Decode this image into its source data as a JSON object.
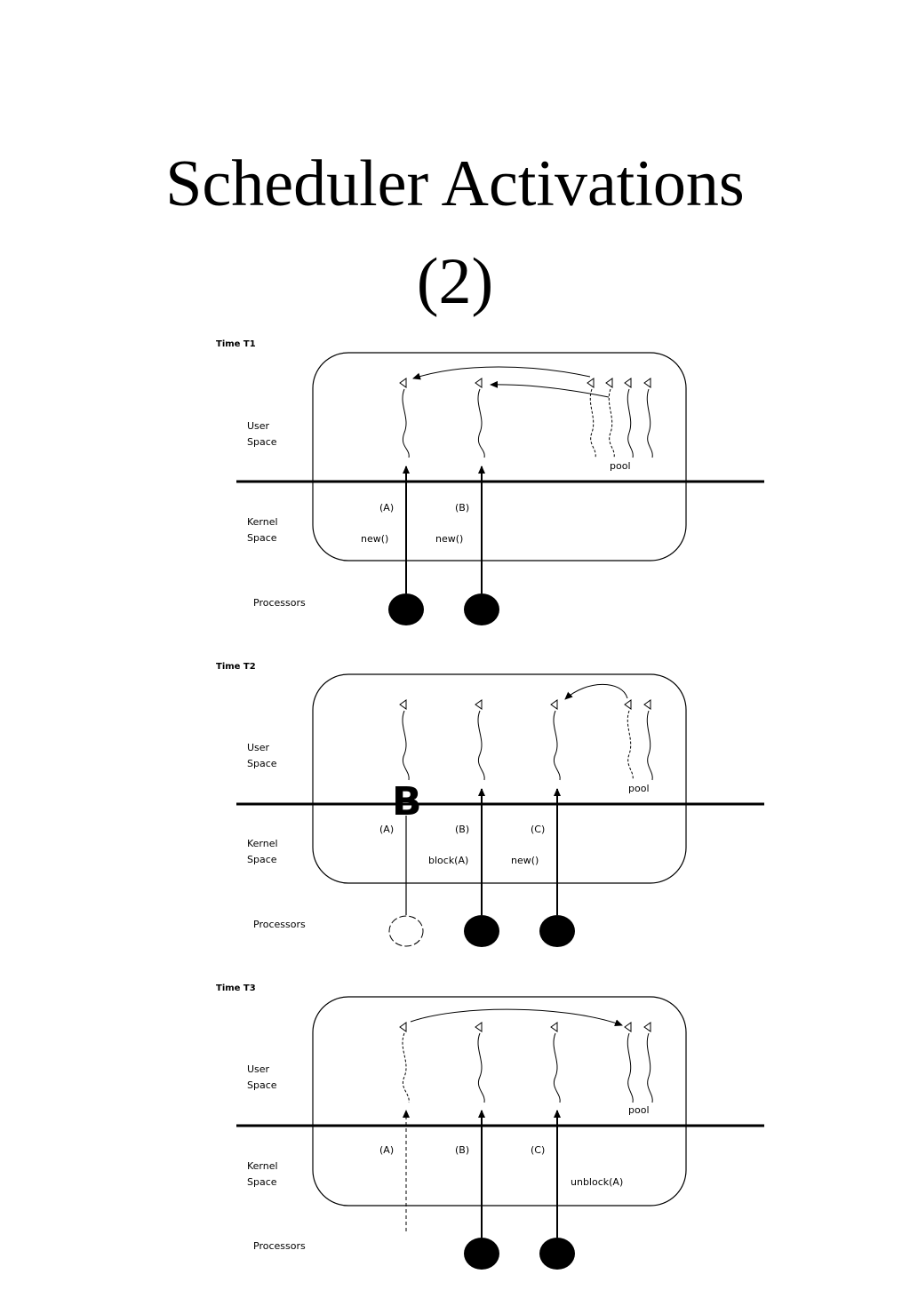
{
  "title": {
    "line1": "Scheduler Activations",
    "line2": "(2)"
  },
  "panels": [
    {
      "time_label": "Time T1",
      "user_label": [
        "User",
        "Space"
      ],
      "kernel_label": [
        "Kernel",
        "Space"
      ],
      "processors_label": "Processors",
      "pool_label": "pool",
      "activations": [
        {
          "id": "(A)",
          "call": "new()"
        },
        {
          "id": "(B)",
          "call": "new()"
        }
      ]
    },
    {
      "time_label": "Time T2",
      "user_label": [
        "User",
        "Space"
      ],
      "kernel_label": [
        "Kernel",
        "Space"
      ],
      "processors_label": "Processors",
      "pool_label": "pool",
      "block_marker": "B",
      "activations": [
        {
          "id": "(A)",
          "call": ""
        },
        {
          "id": "(B)",
          "call": "block(A)"
        },
        {
          "id": "(C)",
          "call": "new()"
        }
      ]
    },
    {
      "time_label": "Time T3",
      "user_label": [
        "User",
        "Space"
      ],
      "kernel_label": [
        "Kernel",
        "Space"
      ],
      "processors_label": "Processors",
      "pool_label": "pool",
      "activations": [
        {
          "id": "(A)",
          "call": ""
        },
        {
          "id": "(B)",
          "call": ""
        },
        {
          "id": "(C)",
          "call": "unblock(A)"
        }
      ]
    }
  ]
}
